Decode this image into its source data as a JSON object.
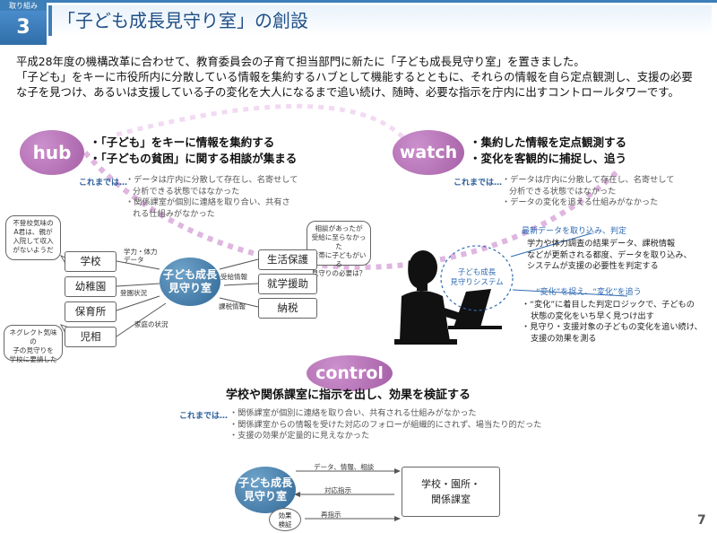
{
  "header": {
    "tag": "取り組み",
    "number": "3",
    "title": "「子ども成長見守り室」の創設"
  },
  "intro": [
    "平成28年度の機構改革に合わせて、教育委員会の子育て担当部門に新たに「子ども成長見守り室」を置きました。",
    "「子ども」をキーに市役所内に分散している情報を集約するハブとして機能するとともに、それらの情報を自ら定点観測し、支援の必要",
    "な子を見つけ、あるいは支援している子の変化を大人になるまで追い続け、随時、必要な指示を庁内に出すコントロールタワーです。"
  ],
  "hub": {
    "badge": "hub",
    "headline1": "・「子ども」をキーに情報を集約する",
    "headline2": "・「子どもの貧困」に関する相談が集まる",
    "previously_label": "これまでは…",
    "prev1": "・データは庁内に分散して存在し、名寄せして",
    "prev1b": "分析できる状態ではなかった",
    "prev2": "・関係課室が個別に連絡を取り合い、共有さ",
    "prev2b": "れる仕組みがなかった"
  },
  "watch": {
    "badge": "watch",
    "headline1": "・集約した情報を定点観測する",
    "headline2": "・変化を客観的に捕捉し、追う",
    "previously_label": "これまでは…",
    "prev1": "・データは庁内に分散して存在し、名寄せして",
    "prev1b": "分析できる状態ではなかった",
    "prev2": "・データの変化を追える仕組みがなかった"
  },
  "diagram": {
    "center": [
      "子ども成長",
      "見守り室"
    ],
    "left_boxes": [
      "学校",
      "幼稚園",
      "保育所",
      "児相"
    ],
    "right_boxes": [
      "生活保護",
      "就学援助",
      "納税"
    ],
    "flow_labels": {
      "gakuryoku": [
        "学力・体力",
        "データ"
      ],
      "toen": "登園状況",
      "katei": "家庭の状況",
      "jukyu": "受給情報",
      "kazei": "課税情報"
    },
    "bubble_left_top": [
      "不登校気味の",
      "A君は、親が",
      "入院して収入",
      "がないようだ"
    ],
    "bubble_left_bottom": [
      "ネグレクト気味の",
      "子の見守りを",
      "学校に要請した"
    ],
    "bubble_right": [
      "相談があったが",
      "受給に至らなかった",
      "世帯に子どもがいる",
      "見守りの必要は？"
    ]
  },
  "system": {
    "label": [
      "子ども成長",
      "見守りシステム"
    ],
    "latest_title": "最新データを取り込み、判定",
    "latest1": "学力や体力調査の結果データ、課税情報",
    "latest2": "などが更新される都度、データを取り込み、",
    "latest3": "システムが支援の必要性を判定する",
    "change_title": "“変化”を捉え、“変化”を追う",
    "change1": "・“変化”に着目した判定ロジックで、子どもの",
    "change1b": "状態の変化をいち早く見つけ出す",
    "change2": "・見守り・支援対象の子どもの変化を追い続け、",
    "change2b": "支援の効果を測る"
  },
  "control": {
    "badge": "control",
    "headline": "学校や関係課室に指示を出し、効果を検証する",
    "previously_label": "これまでは…",
    "prev1": "・関係課室が個別に連絡を取り合い、共有される仕組みがなかった",
    "prev2": "・関係課室からの情報を受けた対応のフォローが組織的にされず、場当たり的だった",
    "prev3": "・支援の効果が定量的に見えなかった"
  },
  "bottom": {
    "center": [
      "子ども成長",
      "見守り室"
    ],
    "target": [
      "学校・園所・",
      "関係課室"
    ],
    "arrow1": "データ、情報、相談",
    "arrow2": "対応指示",
    "arrow3": "再指示",
    "verify": [
      "効果",
      "検証"
    ]
  },
  "page_number": "7",
  "colors": {
    "accent": "#3d7fb8",
    "badge": "#a55fa6",
    "dotted": "#d7a9d8"
  }
}
